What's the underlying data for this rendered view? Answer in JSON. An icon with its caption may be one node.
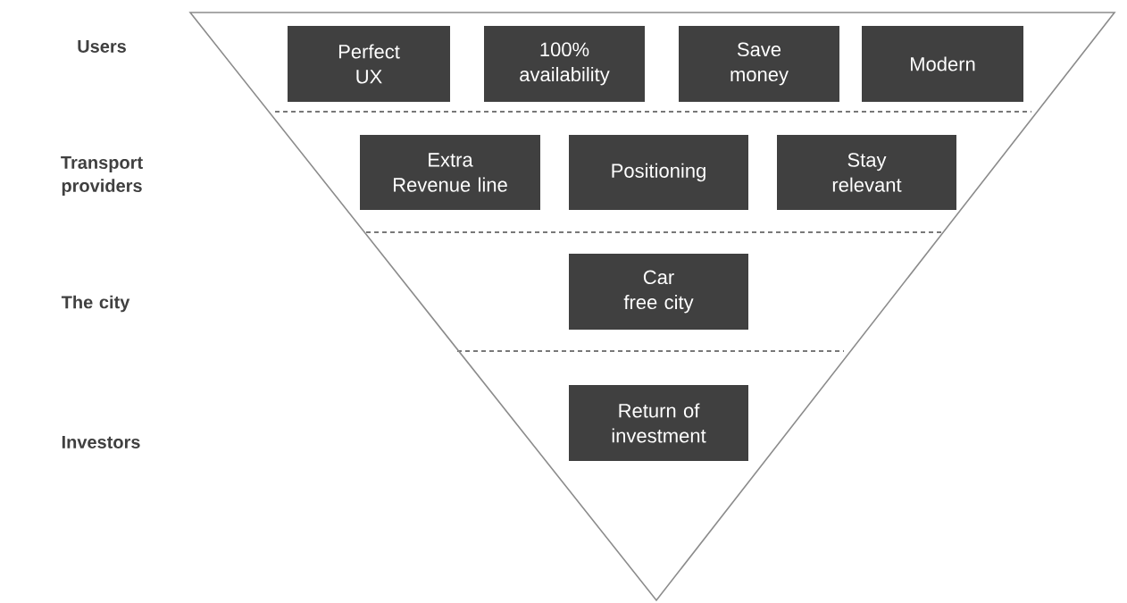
{
  "diagram": {
    "nodes": [
      {
        "text": [],
        "shape": "triangle"
      },
      {
        "text": [
          "Perfect UX"
        ],
        "in": 0
      },
      {
        "text": [
          "100% availability"
        ],
        "in": 0
      },
      {
        "text": [
          "Save money"
        ],
        "in": 0
      },
      {
        "text": [
          "Modern"
        ],
        "in": 0
      },
      {
        "text": [
          "Extra Revenue line"
        ],
        "in": 0
      },
      {
        "text": [
          "Positioning"
        ],
        "in": 0
      },
      {
        "text": [
          "Stay relevant"
        ],
        "in": 0
      },
      {
        "text": [
          "Car free city"
        ],
        "in": 0
      },
      {
        "text": [
          "Return of investment"
        ],
        "in": 0
      }
    ],
    "edges": [],
    "labels": [
      "Users",
      "Transport providers",
      "The city",
      "Investors"
    ]
  }
}
